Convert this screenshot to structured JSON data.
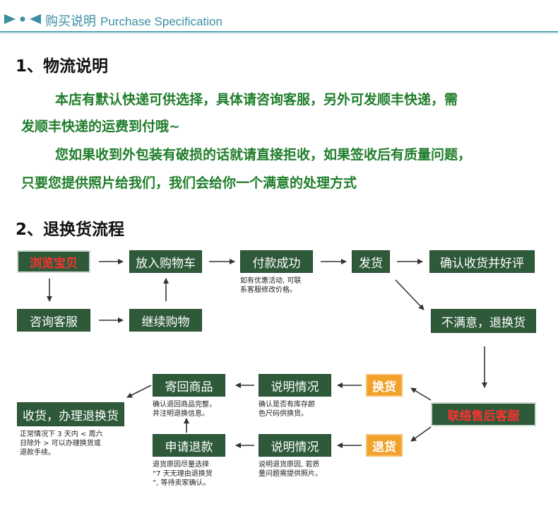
{
  "header": {
    "title_cn": "购买说明",
    "title_en": "Purchase Specification",
    "accent": "#4aa3b5"
  },
  "section1": {
    "heading": "1、物流说明",
    "lines": [
      "本店有默认快递可供选择，具体请咨询客服，另外可发顺丰快递，需",
      "发顺丰快递的运费到付哦~",
      "您如果收到外包装有破损的话就请直接拒收，如果签收后有质量问题，",
      "只要您提供照片给我们，我们会给你一个满意的处理方式"
    ],
    "color": "#1f7d2a"
  },
  "section2": {
    "heading": "2、退换货流程",
    "boxes": {
      "browse": "浏览宝贝",
      "cart": "放入购物车",
      "pay": "付款成功",
      "ship": "发货",
      "confirm": "确认收货并好评",
      "consult": "咨询客服",
      "continue": "继续购物",
      "unsatisfied": "不满意，退换货",
      "contact": "联络售后客服",
      "exchange": "换货",
      "return": "退货",
      "explain1": "说明情况",
      "explain2": "说明情况",
      "send_back": "寄回商品",
      "apply_return": "申请退款",
      "receive": "收货，办理退换货"
    },
    "notes": {
      "pay": [
        "如有优惠活动, 可联",
        "系客服修改价格。"
      ],
      "explain1": [
        "确认是否有库存颜",
        "色尺码供换货。"
      ],
      "explain2": [
        "说明退货原因, 若质",
        "量问题需提供照片。"
      ],
      "send_back": [
        "确认退回商品完整，",
        "并注明退换信息。"
      ],
      "apply_return": [
        "退货原因尽量选择",
        "“7 天无理由退换货",
        "”, 等待卖家确认。"
      ],
      "receive": [
        "正常情况下 3 天内 < 周六",
        "日除外 > 可以办理换货或",
        "退款手续。"
      ]
    },
    "colors": {
      "box": "#2e5a3a",
      "highlight_text": "#ff3030",
      "orange": "#f2a12a"
    }
  }
}
